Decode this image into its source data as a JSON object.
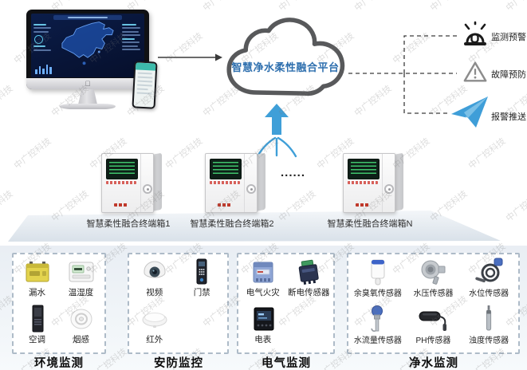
{
  "watermark": {
    "text": "中广控科技"
  },
  "header_flow": {
    "cloud_label": "智慧净水柔性融合平台",
    "alerts": [
      {
        "label": "监测预警",
        "icon": "siren-icon"
      },
      {
        "label": "故障预防",
        "icon": "warning-triangle-icon"
      },
      {
        "label": "报警推送",
        "icon": "paper-plane-icon"
      }
    ]
  },
  "terminals": {
    "ellipsis": "......",
    "boxes": [
      {
        "label": "智慧柔性融合终端箱1"
      },
      {
        "label": "智慧柔性融合终端箱2"
      },
      {
        "label": "智慧柔性融合终端箱N"
      }
    ]
  },
  "categories": [
    {
      "title": "环境监测",
      "items": [
        {
          "label": "漏水",
          "icon": "water-leak-sensor-icon"
        },
        {
          "label": "温湿度",
          "icon": "temp-humidity-sensor-icon"
        },
        {
          "label": "空调",
          "icon": "air-conditioner-icon"
        },
        {
          "label": "烟感",
          "icon": "smoke-detector-icon"
        }
      ]
    },
    {
      "title": "安防监控",
      "items": [
        {
          "label": "视频",
          "icon": "dome-camera-icon"
        },
        {
          "label": "门禁",
          "icon": "access-control-icon"
        },
        {
          "label": "红外",
          "icon": "infrared-sensor-icon"
        }
      ]
    },
    {
      "title": "电气监测",
      "items": [
        {
          "label": "电气火灾",
          "icon": "electrical-fire-sensor-icon"
        },
        {
          "label": "断电传感器",
          "icon": "power-failure-sensor-icon"
        },
        {
          "label": "电表",
          "icon": "electric-meter-icon"
        }
      ]
    },
    {
      "title": "净水监测",
      "items": [
        {
          "label": "余臭氧传感器",
          "icon": "ozone-sensor-icon"
        },
        {
          "label": "水压传感器",
          "icon": "water-pressure-sensor-icon"
        },
        {
          "label": "水位传感器",
          "icon": "water-level-sensor-icon"
        },
        {
          "label": "水流量传感器",
          "icon": "water-flow-sensor-icon"
        },
        {
          "label": "PH传感器",
          "icon": "ph-sensor-icon"
        },
        {
          "label": "浊度传感器",
          "icon": "turbidity-sensor-icon"
        }
      ]
    }
  ],
  "colors": {
    "accent_blue": "#3f9ed8",
    "cloud_text": "#2e6fae",
    "alarm_black": "#1a1a1a",
    "warn_gray": "#8c8c8c",
    "band_bg": "#e9eef4"
  }
}
